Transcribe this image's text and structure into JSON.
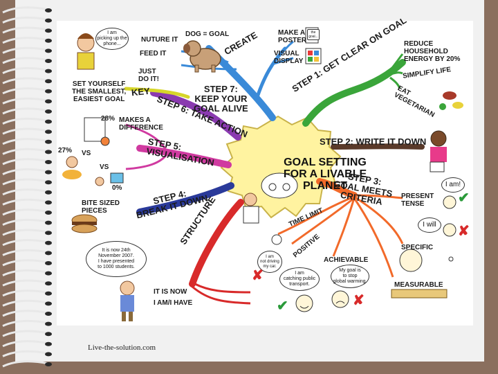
{
  "center": {
    "line1": "GOAL SETTING",
    "line2": "FOR A LIVABLE",
    "line3": "PLANET"
  },
  "branches": {
    "step1": "STEP 1: GET CLEAR ON GOAL",
    "step2": "STEP 2: WRITE IT DOWN",
    "step3": [
      "STEP 3:",
      "GOAL MEETS",
      "CRITERIA"
    ],
    "step4": [
      "STEP 4:",
      "BREAK IT DOWN"
    ],
    "step5": [
      "STEP 5:",
      "VISUALISATION"
    ],
    "step6": "STEP 6: TAKE ACTION",
    "step7": [
      "STEP 7:",
      "KEEP YOUR",
      "GOAL ALIVE"
    ],
    "structure": "STRUCTURE",
    "key": "KEY",
    "create": "CREATE"
  },
  "leaves": {
    "nuture": "NUTURE IT",
    "feed": "FEED IT",
    "dog": "DOG = GOAL",
    "poster": [
      "MAKE A",
      "POSTER"
    ],
    "visual": [
      "VISUAL",
      "DISPLAY"
    ],
    "just": [
      "JUST",
      "DO IT!"
    ],
    "smallest": [
      "SET YOURSELF",
      "THE SMALLEST,",
      "EASIEST GOAL"
    ],
    "reduce": [
      "REDUCE",
      "HOUSEHOLD",
      "ENERGY BY 20%"
    ],
    "simplify": "SIMPLIFY LIFE",
    "eat": [
      "EAT",
      "VEGETARIAN"
    ],
    "makes": [
      "MAKES A",
      "DIFFERENCE"
    ],
    "p28": "28%",
    "p27": "27%",
    "vs1": "VS",
    "vs2": "VS",
    "p0": "0%",
    "bite": [
      "BITE SIZED",
      "PIECES"
    ],
    "present": [
      "PRESENT",
      "TENSE"
    ],
    "timelimit": "TIME LIMIT",
    "positive": "POSITIVE",
    "achievable": "ACHIEVABLE",
    "specific": "SPECIFIC",
    "measurable": "MEASURABLE",
    "itisnow": "IT IS NOW",
    "iamihave": "I AM/I HAVE"
  },
  "bubbles": {
    "phone": [
      "I am",
      "picking up the",
      "phone..."
    ],
    "poster": [
      "the",
      "goal..."
    ],
    "iam": "I am!",
    "iwill": "I will",
    "structure": [
      "It is now 24th",
      "November 2007.",
      "I have presented",
      "to 1000 students."
    ],
    "notdrive": [
      "I am",
      "not driving",
      "my car."
    ],
    "catching": [
      "I am",
      "catching public",
      "transport."
    ],
    "stop": [
      "My goal is",
      "to stop",
      "global warming."
    ]
  },
  "site": "Live-the-solution.com",
  "colors": {
    "step1": "#3aa53a",
    "step2": "#5a3a2a",
    "step3": "#f26a2a",
    "step4": "#2a3a9a",
    "step5": "#d03aa0",
    "step6": "#8a3ab0",
    "step7": "#3a8ad8",
    "key": "#d6d62a",
    "check": "#2a9a3a",
    "cross": "#d82a2a",
    "dog": "#b88a5a",
    "center": "#fff3a0"
  }
}
